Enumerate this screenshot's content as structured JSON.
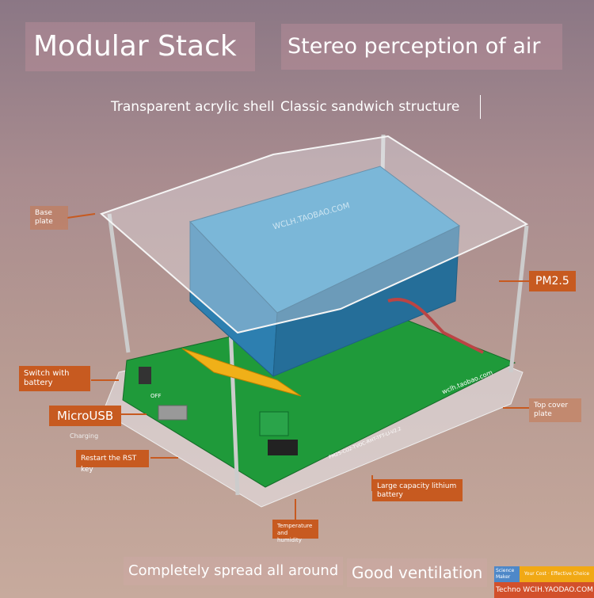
{
  "header": {
    "title": "Modular Stack",
    "subtitle": "Stereo perception of air"
  },
  "features": {
    "shell": "Transparent acrylic shell",
    "structure": "Classic sandwich structure"
  },
  "callouts": {
    "base_plate": "Base plate",
    "pm25": "PM2.5",
    "switch": "Switch with battery",
    "microusb": "MicroUSB",
    "charging": "Charging",
    "restart": "Restart the RST key",
    "top_cover": "Top cover plate",
    "battery": "Large capacity lithium battery",
    "temp": "Temperature and humidity"
  },
  "board": {
    "watermark": "WCLH.TAOBAO.COM",
    "site": "wclh.taobao.com",
    "model": "PM25-CO2-TVOC-RHT-TFT-LI-V2.2",
    "off_label": "OFF"
  },
  "footer": {
    "left": "Completely spread all around",
    "right": "Good ventilation"
  },
  "logo": {
    "brand_top": "Science Maker",
    "slogan": "Your Cost · Effective Choice",
    "brand": "Techno",
    "site": "WCIH.YAODAO.COM"
  },
  "colors": {
    "callout": "#c75a20",
    "board_green": "#1f9a3a",
    "sensor_blue": "#2d85b7"
  }
}
